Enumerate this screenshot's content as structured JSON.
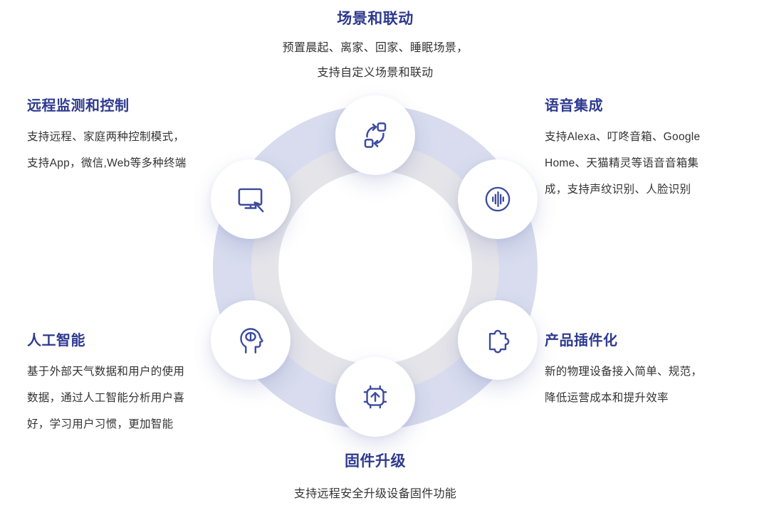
{
  "colors": {
    "heading": "#2e3a8f",
    "body_text": "#333333",
    "icon_stroke": "#3d4b9e",
    "ring_outer": "#d8dcee",
    "ring_track": "#e4e4e9",
    "node_bg": "#ffffff"
  },
  "features": {
    "scenes": {
      "title": "场景和联动",
      "lines": [
        "预置晨起、离家、回家、睡眠场景，",
        "支持自定义场景和联动"
      ],
      "icon": "scenes-sync-icon"
    },
    "remote": {
      "title": "远程监测和控制",
      "lines": [
        "支持远程、家庭两种控制模式，",
        "支持App，微信,Web等多种终端"
      ],
      "icon": "monitor-arrow-icon"
    },
    "voice": {
      "title": "语音集成",
      "lines": [
        "支持Alexa、叮咚音箱、Google",
        "Home、天猫精灵等语音音箱集",
        "成，支持声纹识别、人脸识别"
      ],
      "icon": "voice-wave-icon"
    },
    "ai": {
      "title": "人工智能",
      "lines": [
        "基于外部天气数据和用户的使用",
        "数据，通过人工智能分析用户喜",
        "好，学习用户习惯，更加智能"
      ],
      "icon": "ai-head-icon"
    },
    "plugin": {
      "title": "产品插件化",
      "lines": [
        "新的物理设备接入简单、规范，",
        "降低运营成本和提升效率"
      ],
      "icon": "puzzle-icon"
    },
    "firmware": {
      "title": "固件升级",
      "lines": [
        "支持远程安全升级设备固件功能"
      ],
      "icon": "firmware-chip-icon"
    }
  }
}
